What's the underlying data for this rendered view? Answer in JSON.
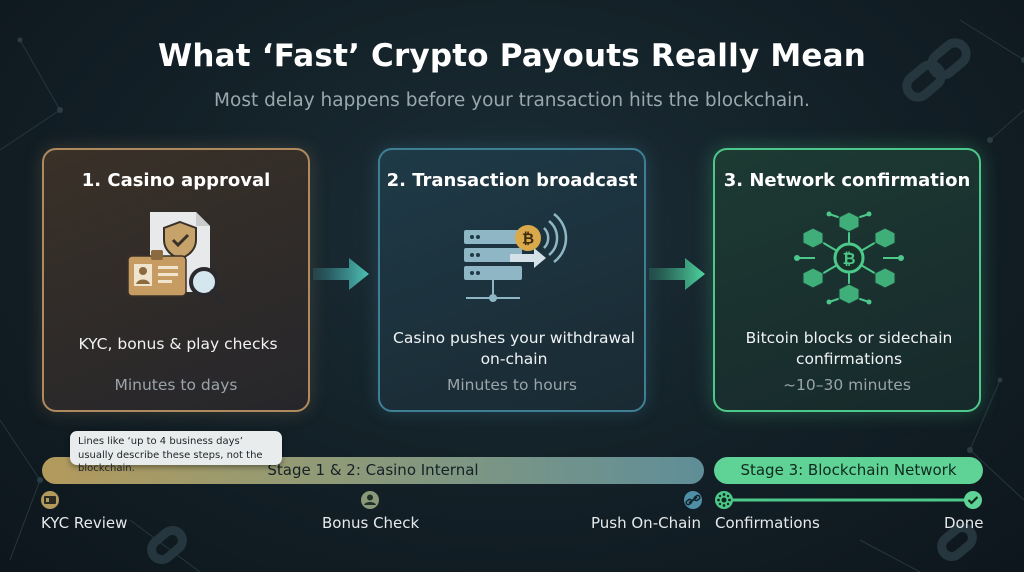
{
  "header": {
    "title": "What ‘Fast’ Crypto Payouts Really Mean",
    "subtitle": "Most delay happens before your transaction hits the blockchain."
  },
  "cards": [
    {
      "title": "1. Casino approval",
      "description": "KYC, bonus & play checks",
      "time": "Minutes to days",
      "icon": "document-shield-id-magnifier-icon",
      "color": "#b08a5f"
    },
    {
      "title": "2. Transaction broadcast",
      "description": "Casino pushes your withdrawal on-chain",
      "time": "Minutes to hours",
      "icon": "server-bitcoin-broadcast-icon",
      "color": "#3f7f94"
    },
    {
      "title": "3. Network confirmation",
      "description": "Bitcoin blocks or sidechain confirmations",
      "time": "~10–30 minutes",
      "icon": "bitcoin-block-network-icon",
      "color": "#4cc98a"
    }
  ],
  "tooltip": {
    "text": "Lines like ‘up to 4 business days’ usually describe these steps, not the blockchain."
  },
  "stages": {
    "internal": "Stage 1 & 2: Casino Internal",
    "network": "Stage 3: Blockchain Network"
  },
  "timeline": {
    "labels": [
      "KYC Review",
      "Bonus Check",
      "Push On-Chain",
      "Confirmations",
      "Done"
    ],
    "icons": [
      "id-card-icon",
      "user-check-icon",
      "link-icon",
      "network-icon",
      "check-icon"
    ]
  },
  "colors": {
    "amber": "#b08a5f",
    "teal": "#3f7f94",
    "green": "#4cc98a",
    "stage_green": "#5fd396"
  }
}
